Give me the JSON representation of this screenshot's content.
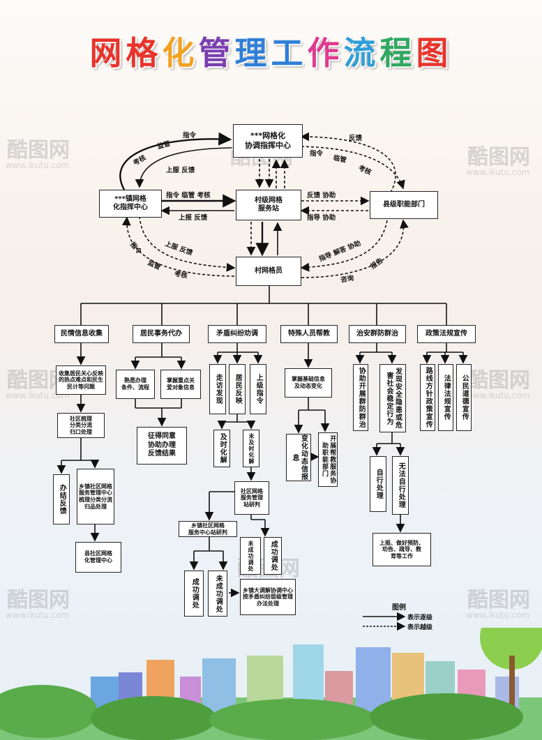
{
  "title": "网格化管理工作流程图",
  "title_colors": [
    "#e8342c",
    "#e8342c",
    "#f2a11f",
    "#7b3fb0",
    "#2f7fd8",
    "#2f7fd8",
    "#e03b8f",
    "#2f9fd8",
    "#2fa860",
    "#e8342c"
  ],
  "boxes": {
    "center": "***网格化\n协调指挥中心",
    "town": "***镇网格\n化指挥中心",
    "village_station": "村级网格\n服务站",
    "county": "县级职能部门",
    "grid_member": "村网格员"
  },
  "labels": {
    "left_top_arc": [
      "考核",
      "监管",
      "指令"
    ],
    "left_inner": "上服 反馈",
    "right_top_arc": "反馈",
    "right_inner": [
      "指令",
      "临管",
      "考核"
    ],
    "mid_top": "指令  临管  考核",
    "mid_bottom": "上报  反馈",
    "right_mid_top": "反馈  协助",
    "right_mid_bottom": "指导  协助",
    "left_low_inner": "上服 反馈",
    "left_low_outer": [
      "指令",
      "监管",
      "考核"
    ],
    "right_low_inner": "指导 解答 协助",
    "right_low_outer": [
      "咨询",
      "报告"
    ]
  },
  "categories": [
    "民情信息收集",
    "居民事务代办",
    "矛盾纠纷劝调",
    "特殊人员帮教",
    "治安群防群治",
    "政策法规宣传"
  ],
  "col1": {
    "a": "收集居民关心反映的热点难点和民生民计等问题",
    "b": "社区梳理\n分类分流\n归口处理",
    "c": "办结反馈",
    "d": "乡镇社区网格服务管理中心梳理分类分流归品处理",
    "e": "县社区网格\n化管理中心"
  },
  "col2": {
    "a": "熟悉办理\n条件、流程",
    "b": "掌握重点关\n爱对象信息",
    "c": "征得同意\n协助办理\n反馈结果"
  },
  "col3": {
    "a": "走访发现",
    "b": "居民反映",
    "c": "上级指令",
    "d": "及时化解",
    "e": "未及时化解",
    "f": "社区网格\n服务管理\n站研判",
    "g": "乡镇社区网格\n服务中心站研判",
    "h": "未成功调处",
    "i": "成功调处",
    "j": "成功调处",
    "k": "未成功调处",
    "l": "乡镇大调解协调中心按矛盾纠纷层级管理办法处理"
  },
  "col4": {
    "a": "掌握基础信息\n及动态变化",
    "b": "变化动态信报息",
    "c": "开展帮教服务协助职能部门"
  },
  "col5": {
    "a": "协助开展群防群治",
    "b": "发现安全隐患或危害社会稳定行为",
    "c": "自行处理",
    "d": "无法自行处理",
    "e": "上报、做好预防、\n劝告、疏导、教\n育等工作"
  },
  "col6": {
    "a": "路线方针政策宣传",
    "b": "法律法规宣传",
    "c": "公民道德宣传"
  },
  "legend": {
    "title": "图例",
    "solid": "表示逐级",
    "dashed": "表示越级"
  },
  "watermark": {
    "logo": "酷图网",
    "url": "www.ikutu.com"
  }
}
